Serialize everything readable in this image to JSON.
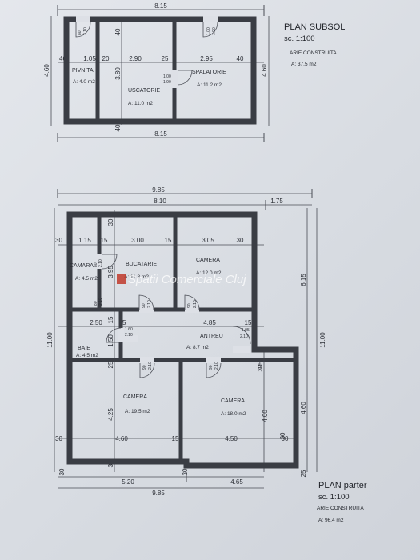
{
  "subsol": {
    "title": "PLAN SUBSOL",
    "scale": "sc. 1:100",
    "area_label": "ARIE CONSTRUITA",
    "area_value": "A: 37.5 m2",
    "dims": {
      "top_total": "8.15",
      "bottom_total": "8.15",
      "left_height": "4.60",
      "right_height": "4.60",
      "seg_w1": "1.05",
      "seg_w2": "2.90",
      "seg_w3": "2.95",
      "wall_40a": "40",
      "wall_20": "20",
      "wall_25": "25",
      "wall_40b": "40",
      "wall_top_40": "40",
      "wall_bottom_40": "40",
      "inner_h": "3.80",
      "door1_w": "80",
      "door1_h": "2.10",
      "door2_w": "1.00",
      "door2_h": "1.90",
      "door3_w": "1.00",
      "door3_h": "1.90"
    },
    "rooms": [
      {
        "name": "PIVNITA",
        "area": "A: 4.0 m2"
      },
      {
        "name": "USCATORIE",
        "area": "A: 11.0 m2"
      },
      {
        "name": "SPALATORIE",
        "area": "A: 11.2 m2"
      }
    ]
  },
  "parter": {
    "title": "PLAN parter",
    "scale": "sc. 1:100",
    "area_label": "ARIE CONSTRUITA",
    "area_value": "A: 96.4 m2",
    "dims": {
      "top_total": "9.85",
      "top_main": "8.10",
      "top_extra": "1.75",
      "bottom_total": "9.85",
      "bottom_seg1": "5.20",
      "bottom_seg2": "4.65",
      "left_height": "11.00",
      "right_height": "11.00",
      "right_upper": "6.15",
      "right_lower": "4.60",
      "row1_a": "1.15",
      "row1_b": "3.00",
      "row1_c": "3.05",
      "row1_wall_30a": "30",
      "row1_wall_15a": "15",
      "row1_wall_15b": "15",
      "row1_wall_30b": "30",
      "top_wall_30": "30",
      "inner_h1": "3.95",
      "row2_a": "2.50",
      "row2_wall_15": "15",
      "row2_b": "4.85",
      "row2_wall_15b": "15",
      "baie_h": "1.50",
      "wall_15_left": "15",
      "wall_25_left": "25",
      "wall_25_right": "25",
      "inner_h2": "4.25",
      "inner_h3": "4.00",
      "row3_wall_30a": "30",
      "row3_a": "4.60",
      "row3_wall_15": "15",
      "row3_b": "4.50",
      "row3_wall_30b": "30",
      "row3_left_30": "30",
      "bottom_wall_30a": "30",
      "bottom_wall_30b": "30",
      "right_wall_25": "25",
      "right_wall_30": "30",
      "right_wall_30b": "30",
      "door_a_w": "80",
      "door_a_h": "2.10",
      "door_b_w": "80",
      "door_b_h": "2.10",
      "door_c_w": "90",
      "door_c_h": "2.10",
      "door_d_w": "90",
      "door_d_h": "2.10",
      "door_e_w": "1.60",
      "door_e_h": "2.10",
      "door_f_w": "1.05",
      "door_f_h": "2.10",
      "door_g_w": "90",
      "door_g_h": "2.10",
      "door_h_w": "90",
      "door_h_h": "2.10"
    },
    "rooms": [
      {
        "name": "CAMARA",
        "area": "A: 4.5 m2"
      },
      {
        "name": "BUCATARIE",
        "area": "A: 11.8 m2"
      },
      {
        "name": "CAMERA",
        "area": "A: 12.0 m2"
      },
      {
        "name": "BAIE",
        "area": "A: 4.5 m2"
      },
      {
        "name": "ANTREU",
        "area": "A: 8.7 m2"
      },
      {
        "name": "CAMERA",
        "area": "A: 19.5 m2"
      },
      {
        "name": "CAMERA",
        "area": "A: 18.0 m2"
      }
    ]
  },
  "watermark": "Spatii Comerciale Cluj",
  "colors": {
    "wall": "#3a3d44",
    "paper": "#dde0e6",
    "watermark_accent": "#c0392b"
  }
}
